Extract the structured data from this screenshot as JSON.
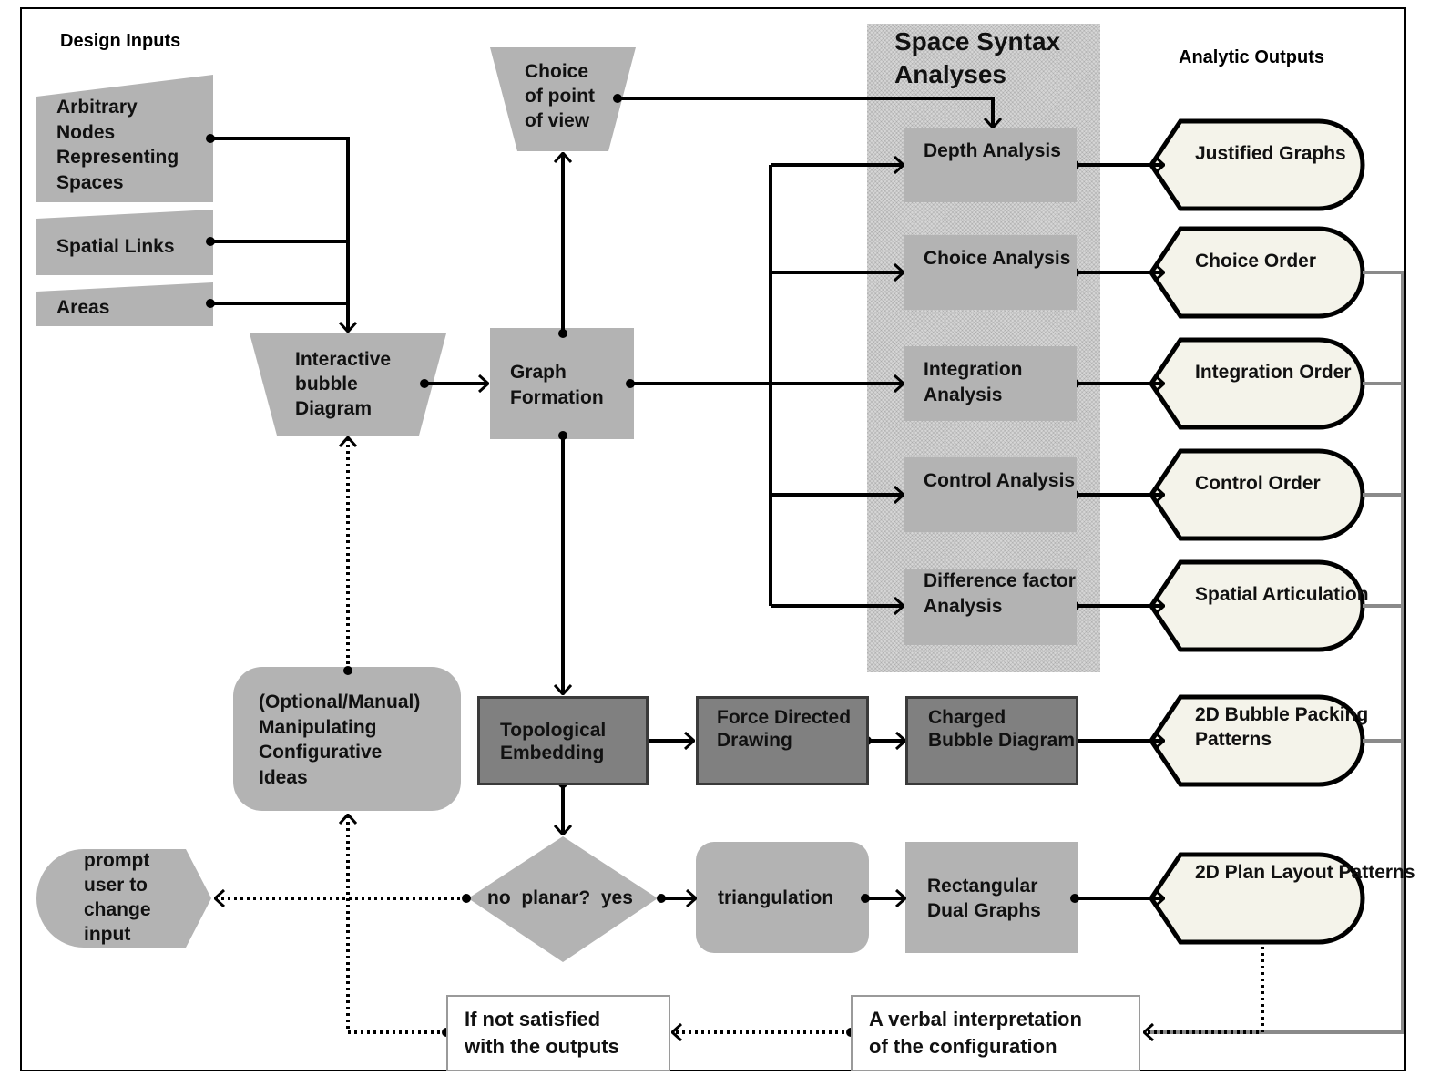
{
  "headings": {
    "design_inputs": "Design Inputs",
    "space_syntax": "Space Syntax\nAnalyses",
    "analytic_outputs": "Analytic Outputs"
  },
  "inputs": {
    "arbitrary_nodes": "Arbitrary\nNodes\nRepresenting\nSpaces",
    "spatial_links": "Spatial Links",
    "areas": "Areas"
  },
  "nodes": {
    "interactive_bubble": "Interactive\nbubble\nDiagram",
    "choice_point": "Choice\nof point\nof view",
    "graph_formation": "Graph\nFormation",
    "manipulating": "(Optional/Manual)\nManipulating\nConfigurative\nIdeas",
    "prompt_user": "prompt\nuser to\nchange\ninput",
    "topological": "Topological\nEmbedding",
    "force_directed": "Force\nDirected\nDrawing",
    "charged_bubble": "Charged\nBubble\nDiagram",
    "decision": "no  planar?  yes",
    "triangulation": "triangulation",
    "rectangular_dual": "Rectangular\nDual Graphs",
    "not_satisfied": "If not satisfied\nwith the outputs",
    "verbal_interpretation": "A verbal interpretation\nof the configuration"
  },
  "analyses": [
    {
      "label": "Depth\nAnalysis"
    },
    {
      "label": "Choice\nAnalysis"
    },
    {
      "label": "Integration\nAnalysis"
    },
    {
      "label": "Control\nAnalysis"
    },
    {
      "label": "Difference\nfactor\nAnalysis"
    }
  ],
  "outputs": [
    {
      "label": "Justified\nGraphs"
    },
    {
      "label": "Choice\nOrder"
    },
    {
      "label": "Integration\nOrder"
    },
    {
      "label": "Control\nOrder"
    },
    {
      "label": "Spatial\nArticulation"
    },
    {
      "label": "2D Bubble\nPacking\nPatterns"
    },
    {
      "label": "2D Plan\nLayout\nPatterns"
    }
  ],
  "colors": {
    "box_fill": "#b3b3b3",
    "dark_box_fill": "#808080",
    "output_fill": "#f4f3ea",
    "feedback_line": "#8a8a8a"
  }
}
